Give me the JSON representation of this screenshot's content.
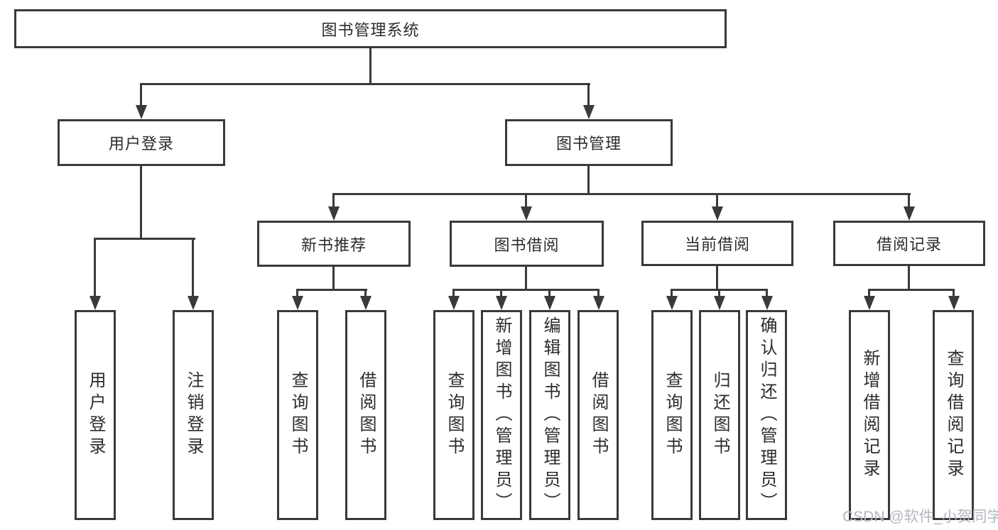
{
  "diagram": {
    "root": {
      "label": "图书管理系统"
    },
    "level2": [
      {
        "label": "用户登录"
      },
      {
        "label": "图书管理"
      }
    ],
    "level3": [
      {
        "label": "新书推荐"
      },
      {
        "label": "图书借阅"
      },
      {
        "label": "当前借阅"
      },
      {
        "label": "借阅记录"
      }
    ],
    "leaves": {
      "user": [
        "用户登录",
        "注销登录"
      ],
      "newbook": [
        "查询图书",
        "借阅图书"
      ],
      "borrow": [
        "查询图书",
        "新增图书（管理员）",
        "编辑图书（管理员）",
        "借阅图书"
      ],
      "current": [
        "查询图书",
        "归还图书",
        "确认归还（管理员）"
      ],
      "records": [
        "新增借阅记录",
        "查询借阅记录"
      ]
    }
  },
  "watermark": "CSDN @软件_小贺同学",
  "colors": {
    "line": "#3a3a3c",
    "text": "#2c2c2e",
    "watermark": "#b4b7bf",
    "background": "#ffffff"
  }
}
